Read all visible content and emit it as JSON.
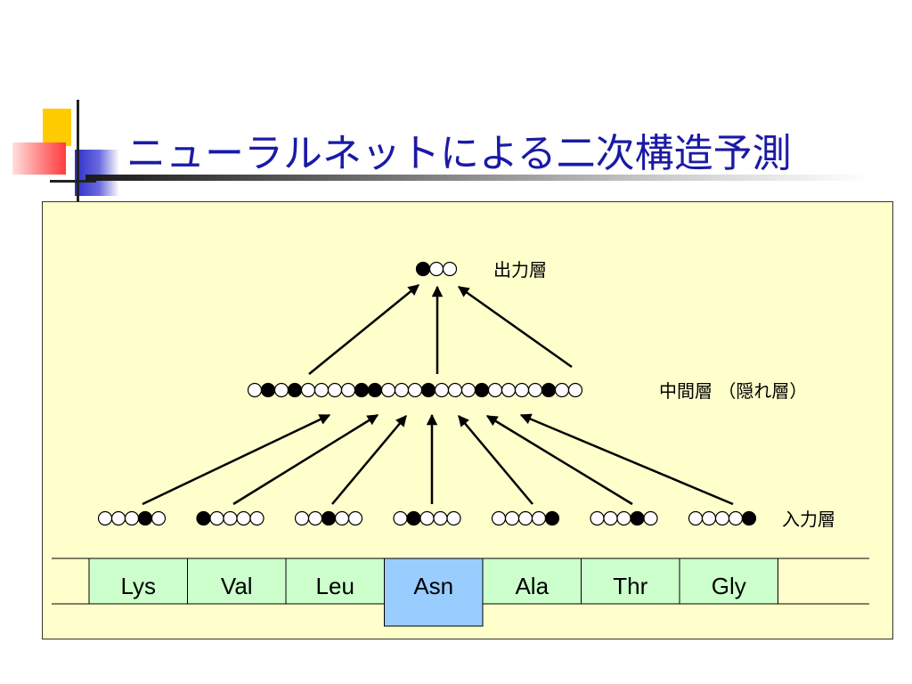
{
  "slide": {
    "title": "ニューラルネットによる二次構造予測"
  },
  "layers": {
    "output_label": "出力層",
    "hidden_label": "中間層 （隠れ層）",
    "input_label": "入力層"
  },
  "output_pattern": "100",
  "hidden_pattern": "0101000011000100010000100",
  "input_groups": [
    {
      "residue": "Lys",
      "pattern": "00010"
    },
    {
      "residue": "Val",
      "pattern": "10000"
    },
    {
      "residue": "Leu",
      "pattern": "00100"
    },
    {
      "residue": "Asn",
      "pattern": "01000",
      "highlight": true
    },
    {
      "residue": "Ala",
      "pattern": "00001"
    },
    {
      "residue": "Thr",
      "pattern": "00010"
    },
    {
      "residue": "Gly",
      "pattern": "00001"
    }
  ],
  "colors": {
    "title": "#1a1aa6",
    "panel": "#ffffcc",
    "residue_box": "#ccffcc",
    "residue_highlight": "#99ccff"
  }
}
